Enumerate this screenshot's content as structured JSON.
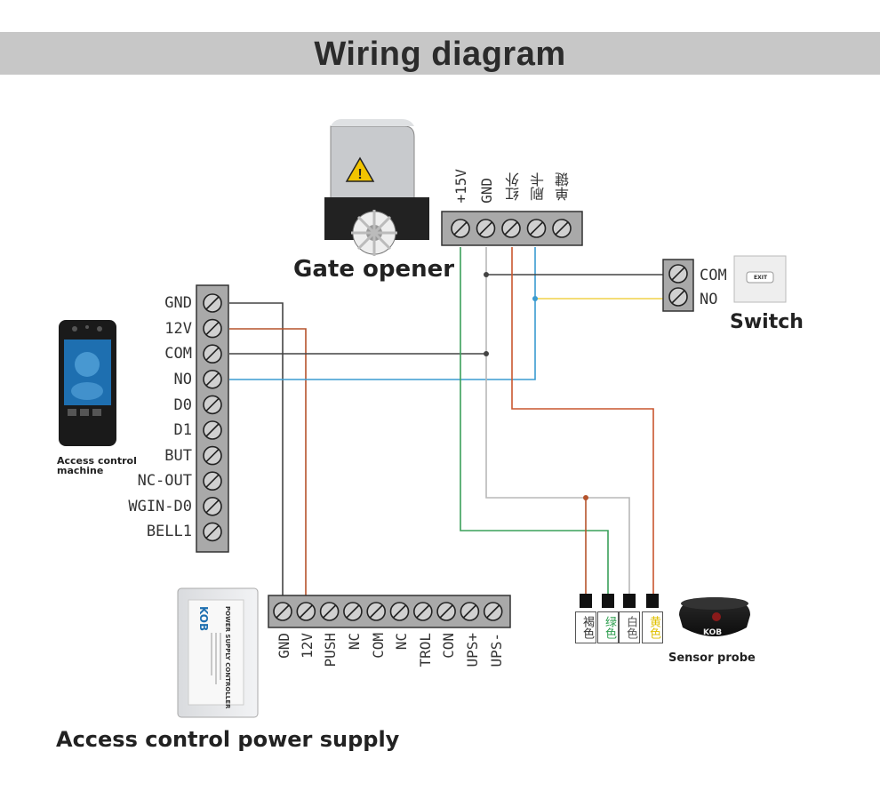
{
  "title": "Wiring diagram",
  "gate_opener": {
    "caption": "Gate opener",
    "terminals": [
      "+15V",
      "GND",
      "红外",
      "刷卡",
      "单键"
    ]
  },
  "switch": {
    "caption": "Switch",
    "terminals": [
      "COM",
      "NO"
    ],
    "button_text": "EXIT"
  },
  "access_control_machine": {
    "caption_line1": "Access control",
    "caption_line2": "machine",
    "terminals": [
      "GND",
      "12V",
      "COM",
      "NO",
      "D0",
      "D1",
      "BUT",
      "NC-OUT",
      "WGIN-D0",
      "BELL1"
    ]
  },
  "power_supply": {
    "caption": "Access control power supply",
    "logo": "KOB",
    "label": "POWER SUPPLY CONTROLLER",
    "terminals": [
      "GND",
      "12V",
      "PUSH",
      "NC",
      "COM",
      "NC",
      "TROL",
      "CON",
      "UPS+",
      "UPS-"
    ]
  },
  "sensor_probe": {
    "caption": "Sensor probe",
    "logo": "KOB",
    "wires": [
      "褐色",
      "绿色",
      "白色",
      "黄色"
    ]
  },
  "colors": {
    "brown": "#b5532c",
    "green": "#3aa05a",
    "white_wire": "#b8b8b8",
    "yellow": "#f0d24a",
    "blue": "#3a9bd0",
    "black": "#444444",
    "terminal_gray": "#a9a9a9"
  }
}
